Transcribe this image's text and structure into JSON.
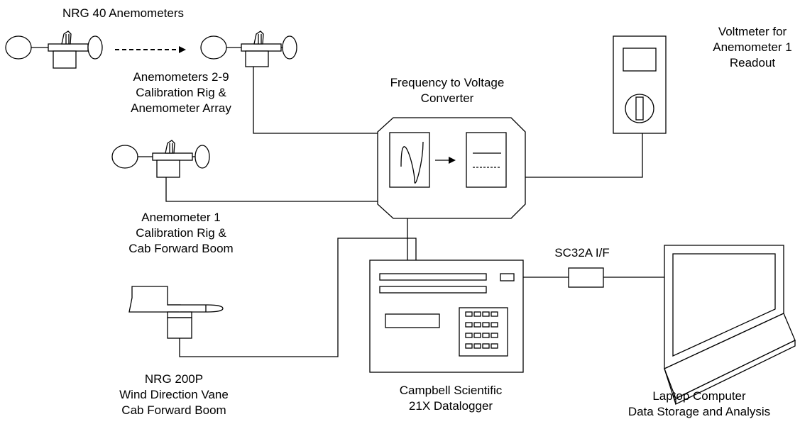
{
  "labels": {
    "nrg40_title": "NRG 40 Anemometers",
    "anem_2_9": [
      "Anemometers 2-9",
      "Calibration Rig &",
      "Anemometer Array"
    ],
    "freq_converter": [
      "Frequency to Voltage",
      "Converter"
    ],
    "voltmeter": [
      "Voltmeter for",
      "Anemometer 1",
      "Readout"
    ],
    "anem_1": [
      "Anemometer 1",
      "Calibration Rig &",
      "Cab Forward Boom"
    ],
    "sc32a": "SC32A I/F",
    "vane": [
      "NRG 200P",
      "Wind Direction Vane",
      "Cab Forward Boom"
    ],
    "datalogger": [
      "Campbell Scientific",
      "21X Datalogger"
    ],
    "laptop": [
      "Laptop Computer",
      "Data Storage and Analysis"
    ]
  }
}
